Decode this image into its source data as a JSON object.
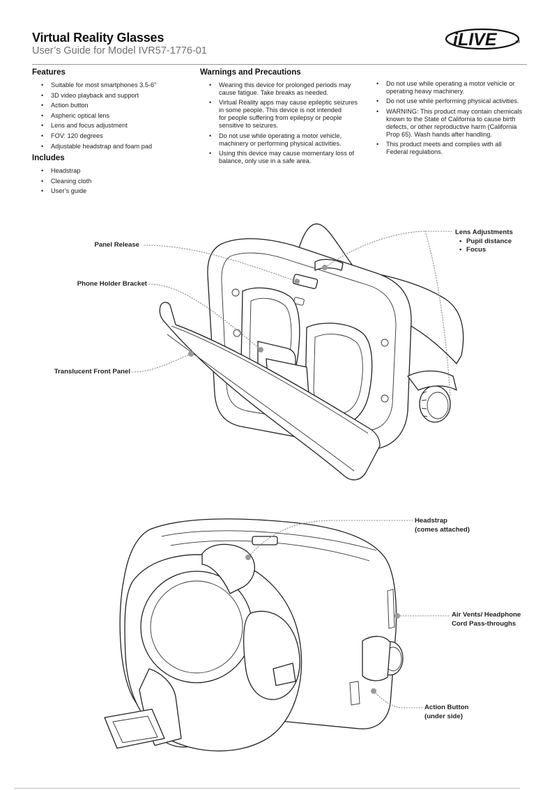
{
  "header": {
    "title": "Virtual Reality Glasses",
    "subtitle": "User’s Guide for Model IVR57-1776-01",
    "logo_text": "iLIVE",
    "logo_tm": "TM"
  },
  "features": {
    "heading": "Features",
    "items": [
      "Suitable for most smartphones 3.5-6”",
      "3D video playback and support",
      "Action button",
      "Aspheric optical lens",
      "Lens and focus adjustment",
      "FOV: 120 degrees",
      "Adjustable headstrap and foam pad"
    ]
  },
  "includes": {
    "heading": "Includes",
    "items": [
      "Headstrap",
      "Cleaning cloth",
      "User’s guide"
    ]
  },
  "warnings": {
    "heading": "Warnings and Precautions",
    "col1": [
      [
        "Wearing this device for prolonged periods may",
        "cause fatigue. Take breaks as needed."
      ],
      [
        "Virtual Reality apps may cause epileptic seizures",
        "in some people. This device is not intended",
        "for people suffering from epilepsy or people",
        "sensitive to seizures."
      ],
      [
        "Do not use while operating a motor vehicle,",
        "machinery or performing physical activities."
      ],
      [
        "Using this device may cause momentary loss of",
        "balance, only use in a safe area."
      ]
    ],
    "col2": [
      [
        "Do not use while operating a motor vehicle or",
        "operating heavy machinery."
      ],
      [
        "Do not use while performing physical activities."
      ],
      [
        "WARNING: This product may contain chemicals",
        "known to the State of California to cause birth",
        "defects, or other reproductive harm (California",
        "Prop 65). Wash hands after handling."
      ],
      [
        "This product meets and complies with all",
        "Federal regulations."
      ]
    ]
  },
  "diagram1": {
    "panel_release": "Panel Release",
    "phone_holder_bracket": "Phone Holder Bracket",
    "translucent_front_panel": "Translucent Front Panel",
    "lens_adjustments": "Lens Adjustments",
    "lens_adjustment_items": [
      "Pupil distance",
      "Focus"
    ]
  },
  "diagram2": {
    "headstrap_line1": "Headstrap",
    "headstrap_line2": "(comes attached)",
    "air_vents_line1": "Air Vents/ Headphone",
    "air_vents_line2": "Cord Pass-throughs",
    "action_button_line1": "Action Button",
    "action_button_line2": "(under side)"
  }
}
